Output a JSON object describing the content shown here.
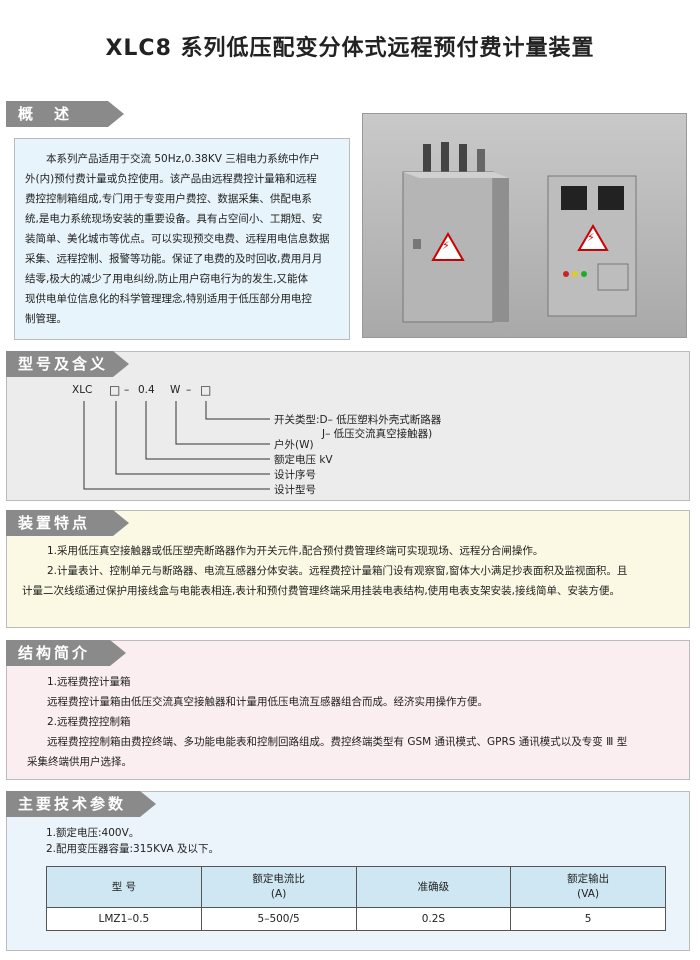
{
  "title": "XLC8 系列低压配变分体式远程预付费计量装置",
  "overview": {
    "heading": "概　述",
    "paragraphs": [
      "本系列产品适用于交流 50Hz,0.38KV 三相电力系统中作户",
      "外(内)预付费计量或负控使用。该产品由远程费控计量箱和远程",
      "费控控制箱组成,专门用于专变用户费控、数据采集、供配电系",
      "统,是电力系统现场安装的重要设备。具有占空间小、工期短、安",
      "装简单、美化城市等优点。可以实现预交电费、远程用电信息数据",
      "采集、远程控制、报警等功能。保证了电费的及时回收,费用月月",
      "结零,极大的减少了用电纠纷,防止用户窃电行为的发生,又能体",
      "现供电单位信息化的科学管理理念,特别适用于低压部分用电控",
      "制管理。"
    ]
  },
  "model": {
    "heading": "型号及含义",
    "code": [
      "XLC",
      "□",
      "–",
      "0.4",
      "W",
      "–",
      "□"
    ],
    "labels": [
      "开关类型:D– 低压塑料外壳式断路器",
      "J– 低压交流真空接触器)",
      "户外(W)",
      "额定电压 kV",
      "设计序号",
      "设计型号"
    ]
  },
  "features": {
    "heading": "装置特点",
    "items": [
      "1.采用低压真空接触器或低压塑壳断路器作为开关元件,配合预付费管理终端可实现现场、远程分合闸操作。",
      "2.计量表计、控制单元与断路器、电流互感器分体安装。远程费控计量箱门设有观察窗,窗体大小满足抄表面积及监视面积。且",
      "计量二次线缆通过保护用接线盒与电能表相连,表计和预付费管理终端采用挂装电表结构,使用电表支架安装,接线简单、安装方便。"
    ]
  },
  "structure": {
    "heading": "结构简介",
    "lines": [
      "1.远程费控计量箱",
      "远程费控计量箱由低压交流真空接触器和计量用低压电流互感器组合而成。经济实用操作方便。",
      "2.远程费控控制箱",
      "远程费控控制箱由费控终端、多功能电能表和控制回路组成。费控终端类型有 GSM 通讯模式、GPRS 通讯模式以及专变 Ⅲ 型",
      "采集终端供用户选择。"
    ]
  },
  "params": {
    "heading": "主要技术参数",
    "lines": [
      "1.额定电压:400V。",
      "2.配用变压器容量:315KVA 及以下。"
    ],
    "table": {
      "headers": [
        [
          "型 号",
          ""
        ],
        [
          "额定电流比",
          "(A)"
        ],
        [
          "准确级",
          ""
        ],
        [
          "额定输出",
          "(VA)"
        ]
      ],
      "rows": [
        [
          "LMZ1–0.5",
          "5–500/5",
          "0.2S",
          "5"
        ]
      ]
    }
  },
  "photo": {
    "warning_symbol": "⚡"
  },
  "colors": {
    "section_bar": "#8a8a8a",
    "overview_bg": "#e8f4fb",
    "model_bg": "#ececec",
    "features_bg": "#fbf8e3",
    "structure_bg": "#fbeef0",
    "params_bg": "#ebf4fa",
    "table_header_bg": "#cfe7f3"
  }
}
